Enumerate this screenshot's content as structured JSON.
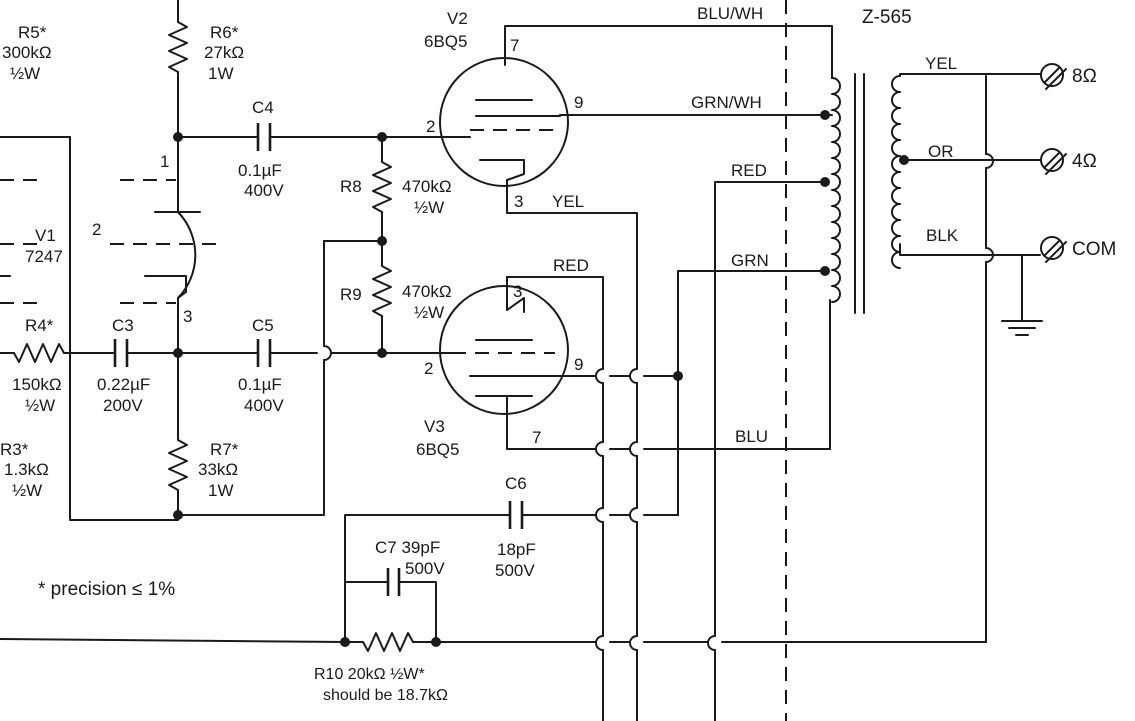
{
  "diagram": {
    "transformer": "Z-565",
    "note": "* precision ≤ 1%",
    "tubes": {
      "v1": {
        "ref": "V1",
        "type": "7247",
        "pins": [
          "1",
          "2",
          "3"
        ]
      },
      "v2": {
        "ref": "V2",
        "type": "6BQ5",
        "pins": [
          "7",
          "9",
          "2",
          "3"
        ]
      },
      "v3": {
        "ref": "V3",
        "type": "6BQ5",
        "pins": [
          "3",
          "9",
          "2",
          "7"
        ]
      }
    },
    "resistors": {
      "r3": {
        "ref": "R3*",
        "value": "1.3kΩ",
        "rating": "½W"
      },
      "r4": {
        "ref": "R4*",
        "value": "150kΩ",
        "rating": "½W"
      },
      "r5": {
        "ref": "R5*",
        "value": "300kΩ",
        "rating": "½W"
      },
      "r6": {
        "ref": "R6*",
        "value": "27kΩ",
        "rating": "1W"
      },
      "r7": {
        "ref": "R7*",
        "value": "33kΩ",
        "rating": "1W"
      },
      "r8": {
        "ref": "R8",
        "value": "470kΩ",
        "rating": "½W"
      },
      "r9": {
        "ref": "R9",
        "value": "470kΩ",
        "rating": "½W"
      },
      "r10": {
        "label": "R10 20kΩ ½W*",
        "note": "should be 18.7kΩ"
      }
    },
    "capacitors": {
      "c3": {
        "ref": "C3",
        "value": "0.22µF",
        "rating": "200V"
      },
      "c4": {
        "ref": "C4",
        "value": "0.1µF",
        "rating": "400V"
      },
      "c5": {
        "ref": "C5",
        "value": "0.1µF",
        "rating": "400V"
      },
      "c6": {
        "ref": "C6",
        "value": "18pF",
        "rating": "500V"
      },
      "c7": {
        "label": "C7 39pF",
        "rating": "500V"
      }
    },
    "wires": {
      "blu_wh": "BLU/WH",
      "grn_wh": "GRN/WH",
      "red_upper": "RED",
      "grn": "GRN",
      "blu": "BLU",
      "yel_v2": "YEL",
      "red_v3": "RED",
      "sec_yel": "YEL",
      "sec_or": "OR",
      "sec_blk": "BLK"
    },
    "terminals": {
      "t8": "8Ω",
      "t4": "4Ω",
      "tcom": "COM"
    }
  }
}
